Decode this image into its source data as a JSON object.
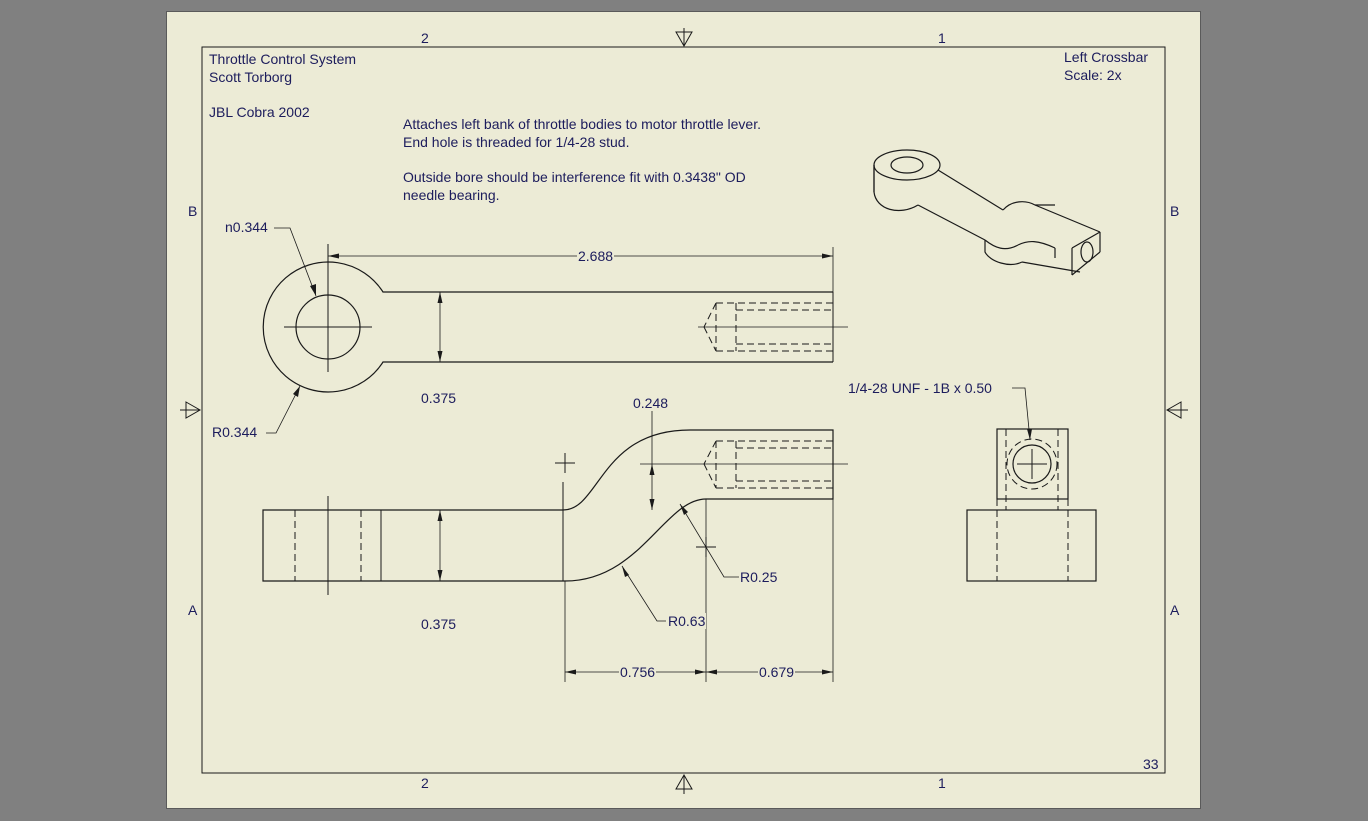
{
  "title_block": {
    "project": "Throttle Control System",
    "author": "Scott Torborg",
    "vehicle": "JBL Cobra 2002",
    "part_name": "Left Crossbar",
    "scale": "Scale: 2x",
    "sheet_number": "33"
  },
  "notes": {
    "line1": "Attaches left bank of throttle bodies to motor throttle lever.",
    "line2": "End hole is threaded for 1/4-28 stud.",
    "line3": "Outside bore should be interference fit with 0.3438\" OD",
    "line4": "needle bearing."
  },
  "zones": {
    "col_left": "2",
    "col_right": "1",
    "row_top": "B",
    "row_bottom": "A"
  },
  "dimensions": {
    "bore_diameter": "n0.344",
    "overall_length": "2.688",
    "top_width": "0.375",
    "eye_radius": "R0.344",
    "offset": "0.248",
    "side_thickness": "0.375",
    "fillet_small": "R0.25",
    "fillet_large": "R0.63",
    "len_a": "0.756",
    "len_b": "0.679",
    "thread_callout": "1/4-28 UNF - 1B x 0.50"
  },
  "colors": {
    "sheet": "#ecebd6",
    "background": "#808080",
    "text": "#1c1c5c",
    "line": "#1a1a1a"
  }
}
